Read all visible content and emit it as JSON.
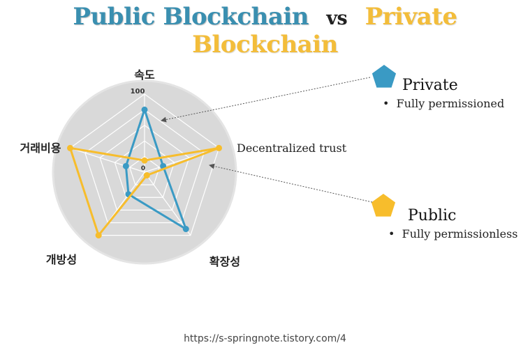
{
  "title": {
    "left": "Public Blockchain",
    "vs": "vs",
    "right": "Private Blockchain"
  },
  "colors": {
    "public_title": "#3a8fb0",
    "private_title": "#f3bd3a",
    "series_blue": "#3a9ac4",
    "series_yellow": "#f7bd2c",
    "radar_bg": "#d9d9d9"
  },
  "chart_data": {
    "type": "radar",
    "axes": [
      "속도",
      "Decentralized trust",
      "확장성",
      "개방성",
      "거래비용"
    ],
    "range": [
      0,
      100
    ],
    "tick_labels": [
      "0",
      "100"
    ],
    "series": [
      {
        "color": "#3a9ac4",
        "values": [
          80,
          25,
          90,
          35,
          25
        ]
      },
      {
        "color": "#f7bd2c",
        "values": [
          15,
          100,
          5,
          100,
          100
        ]
      }
    ]
  },
  "legend": {
    "private": {
      "icon": "pentagon-icon",
      "color": "#3a9ac4",
      "title": "Private",
      "bullet": "Fully permissioned"
    },
    "public": {
      "icon": "pentagon-icon",
      "color": "#f7bd2c",
      "title": "Public",
      "bullet": "Fully permissionless"
    }
  },
  "source": "https://s-springnote.tistory.com/4"
}
